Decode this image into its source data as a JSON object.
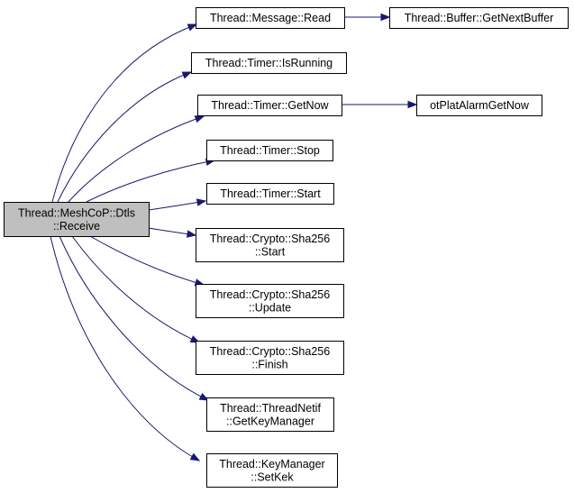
{
  "colors": {
    "edge": "#191970",
    "root_fill": "#bfbfbf",
    "node_fill": "#ffffff",
    "border": "#000000"
  },
  "nodes": [
    {
      "id": "root",
      "lines": [
        "Thread::MeshCoP::Dtls",
        "::Receive"
      ],
      "root": true
    },
    {
      "id": "msgread",
      "lines": [
        "Thread::Message::Read"
      ]
    },
    {
      "id": "getnextbuf",
      "lines": [
        "Thread::Buffer::GetNextBuffer"
      ]
    },
    {
      "id": "isrunning",
      "lines": [
        "Thread::Timer::IsRunning"
      ]
    },
    {
      "id": "getnow",
      "lines": [
        "Thread::Timer::GetNow"
      ]
    },
    {
      "id": "alarm",
      "lines": [
        "otPlatAlarmGetNow"
      ]
    },
    {
      "id": "stop",
      "lines": [
        "Thread::Timer::Stop"
      ]
    },
    {
      "id": "tstart",
      "lines": [
        "Thread::Timer::Start"
      ]
    },
    {
      "id": "shastart",
      "lines": [
        "Thread::Crypto::Sha256",
        "::Start"
      ]
    },
    {
      "id": "shaupdate",
      "lines": [
        "Thread::Crypto::Sha256",
        "::Update"
      ]
    },
    {
      "id": "shafinish",
      "lines": [
        "Thread::Crypto::Sha256",
        "::Finish"
      ]
    },
    {
      "id": "keymgr",
      "lines": [
        "Thread::ThreadNetif",
        "::GetKeyManager"
      ]
    },
    {
      "id": "setkek",
      "lines": [
        "Thread::KeyManager",
        "::SetKek"
      ]
    }
  ],
  "edges": [
    {
      "from": "root",
      "to": "msgread"
    },
    {
      "from": "root",
      "to": "isrunning"
    },
    {
      "from": "root",
      "to": "getnow"
    },
    {
      "from": "root",
      "to": "stop"
    },
    {
      "from": "root",
      "to": "tstart"
    },
    {
      "from": "root",
      "to": "shastart"
    },
    {
      "from": "root",
      "to": "shaupdate"
    },
    {
      "from": "root",
      "to": "shafinish"
    },
    {
      "from": "root",
      "to": "keymgr"
    },
    {
      "from": "root",
      "to": "setkek"
    },
    {
      "from": "msgread",
      "to": "getnextbuf"
    },
    {
      "from": "getnow",
      "to": "alarm"
    }
  ]
}
